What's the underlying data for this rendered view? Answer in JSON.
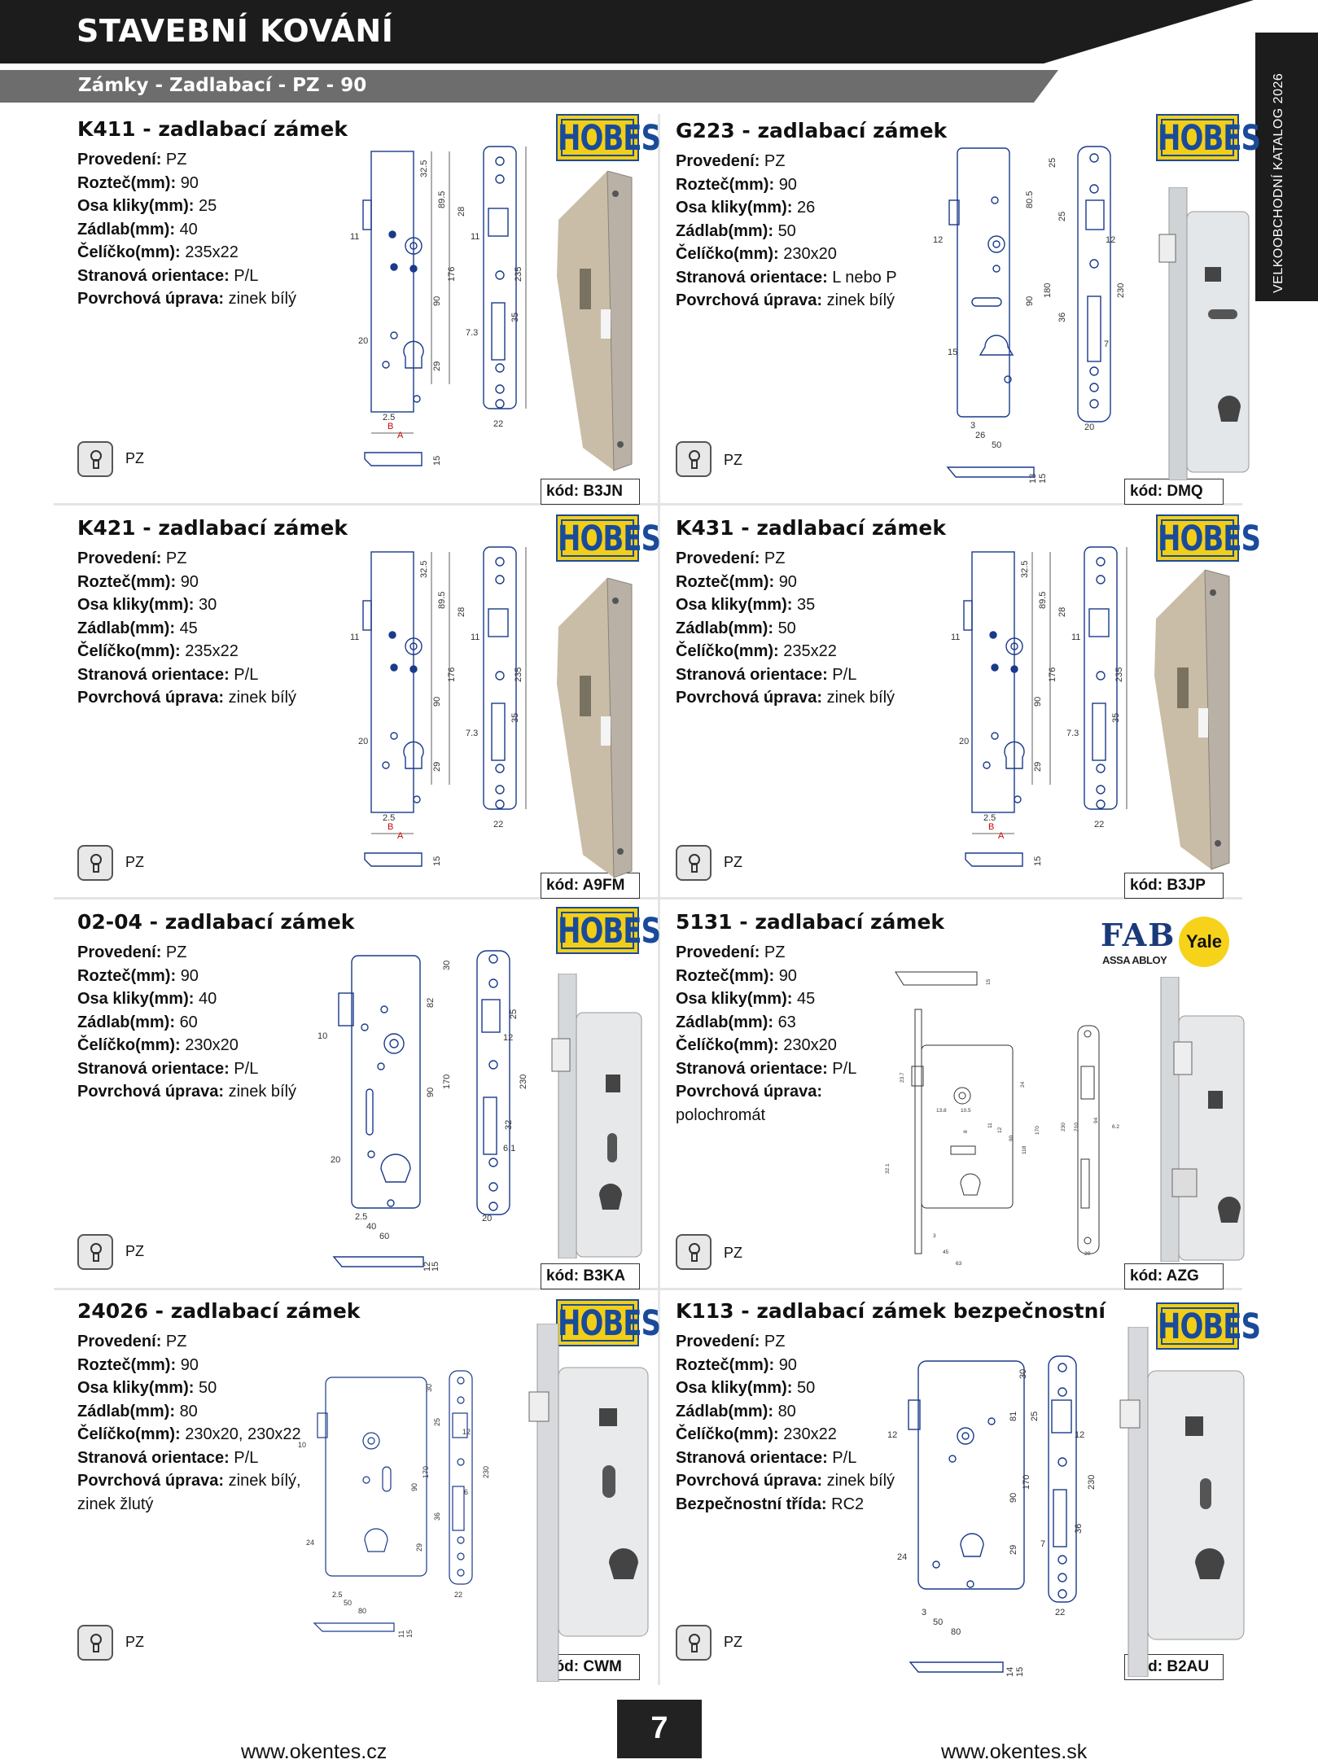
{
  "header": {
    "title": "STAVEBNÍ KOVÁNÍ",
    "subtitle": "Zámky - Zadlabací - PZ - 90"
  },
  "side_tab": {
    "text": "VELKOOBCHODNÍ KATALOG 2026"
  },
  "colors": {
    "header_dark": "#1c1c1c",
    "header_gray": "#6d6d6d",
    "hobes_yellow": "#f2cf16",
    "hobes_blue": "#1a4b9a"
  },
  "labels": {
    "provedeni": "Provedení:",
    "roztec": "Rozteč(mm):",
    "osa": "Osa kliky(mm):",
    "zadlab": "Zádlab(mm):",
    "celicko": "Čelíčko(mm):",
    "orientace": "Stranová orientace:",
    "povrch": "Povrchová úprava:",
    "bezpecnost": "Bezpečnostní třída:"
  },
  "logos": {
    "hobes": "HOBES",
    "fab": "FAB",
    "yale": "Yale",
    "assa": "ASSA ABLOY"
  },
  "products": [
    {
      "title": "K411 - zadlabací zámek",
      "provedeni": "PZ",
      "roztec": "90",
      "osa": "25",
      "zadlab": "40",
      "celicko": "235x22",
      "orientace": "P/L",
      "povrch": "zinek bílý",
      "pz": "PZ",
      "code": "kód: B3JN"
    },
    {
      "title": "G223 - zadlabací zámek",
      "provedeni": "PZ",
      "roztec": "90",
      "osa": "26",
      "zadlab": "50",
      "celicko": "230x20",
      "orientace": "L nebo P",
      "povrch": "zinek bílý",
      "pz": "PZ",
      "code": "kód: DMQ"
    },
    {
      "title": "K421 - zadlabací zámek",
      "provedeni": "PZ",
      "roztec": "90",
      "osa": "30",
      "zadlab": "45",
      "celicko": "235x22",
      "orientace": "P/L",
      "povrch": "zinek bílý",
      "pz": "PZ",
      "code": "kód: A9FM"
    },
    {
      "title": "K431 - zadlabací zámek",
      "provedeni": "PZ",
      "roztec": "90",
      "osa": "35",
      "zadlab": "50",
      "celicko": "235x22",
      "orientace": "P/L",
      "povrch": "zinek bílý",
      "pz": "PZ",
      "code": "kód: B3JP"
    },
    {
      "title": "02-04 - zadlabací zámek",
      "provedeni": "PZ",
      "roztec": "90",
      "osa": "40",
      "zadlab": "60",
      "celicko": "230x20",
      "orientace": "P/L",
      "povrch": "zinek bílý",
      "pz": "PZ",
      "code": "kód: B3KA"
    },
    {
      "title": "5131 - zadlabací zámek",
      "provedeni": "PZ",
      "roztec": "90",
      "osa": "45",
      "zadlab": "63",
      "celicko": "230x20",
      "orientace": "P/L",
      "povrch": "polochromát",
      "pz": "PZ",
      "code": "kód: AZG"
    },
    {
      "title": "24026 - zadlabací zámek",
      "provedeni": "PZ",
      "roztec": "90",
      "osa": "50",
      "zadlab": "80",
      "celicko": "230x20, 230x22",
      "orientace": "P/L",
      "povrch": "zinek bílý, zinek žlutý",
      "pz": "PZ",
      "code": "kód: CWM"
    },
    {
      "title": "K113 - zadlabací zámek bezpečnostní",
      "provedeni": "PZ",
      "roztec": "90",
      "osa": "50",
      "zadlab": "80",
      "celicko": "230x22",
      "orientace": "P/L",
      "povrch": "zinek bílý",
      "bezpecnost": "RC2",
      "pz": "PZ",
      "code": "kód: B2AU"
    }
  ],
  "dims": {
    "k411": [
      "32.5",
      "89.5",
      "28",
      "11",
      "11",
      "176",
      "235",
      "90",
      "35",
      "7.3",
      "20",
      "29",
      "2.5",
      "B",
      "A",
      "22",
      "15"
    ],
    "g223": [
      "25",
      "80.5",
      "25",
      "12",
      "12",
      "90",
      "180",
      "230",
      "36",
      "7",
      "15",
      "3",
      "26",
      "50",
      "20",
      "13",
      "15"
    ],
    "k421": [
      "32.5",
      "89.5",
      "28",
      "11",
      "11",
      "176",
      "235",
      "90",
      "35",
      "7.3",
      "20",
      "29",
      "2.5",
      "B",
      "A",
      "22",
      "15"
    ],
    "k431": [
      "32.5",
      "89.5",
      "28",
      "11",
      "11",
      "176",
      "235",
      "90",
      "35",
      "7.3",
      "20",
      "29",
      "2.5",
      "B",
      "A",
      "22",
      "15"
    ],
    "d0204": [
      "30",
      "82",
      "25",
      "12",
      "10",
      "90",
      "170",
      "230",
      "32",
      "6.1",
      "20",
      "2.5",
      "40",
      "60",
      "20",
      "12",
      "15"
    ],
    "d5131": [
      "23.7",
      "24",
      "10.5",
      "13.8",
      "11",
      "8",
      "12",
      "90",
      "170",
      "118",
      "230",
      "210",
      "94",
      "6.2",
      "32.1",
      "3",
      "45",
      "63",
      "20",
      "15"
    ],
    "d24026": [
      "30",
      "25",
      "12",
      "10",
      "90",
      "170",
      "230",
      "6",
      "36",
      "24",
      "29",
      "2.5",
      "50",
      "80",
      "22",
      "11",
      "15"
    ],
    "k113": [
      "30",
      "81",
      "25",
      "12",
      "12",
      "90",
      "170",
      "230",
      "36",
      "7",
      "24",
      "29",
      "3",
      "50",
      "80",
      "22",
      "14",
      "15"
    ]
  },
  "footer": {
    "left_url": "www.okentes.cz",
    "right_url": "www.okentes.sk",
    "page": "7"
  }
}
